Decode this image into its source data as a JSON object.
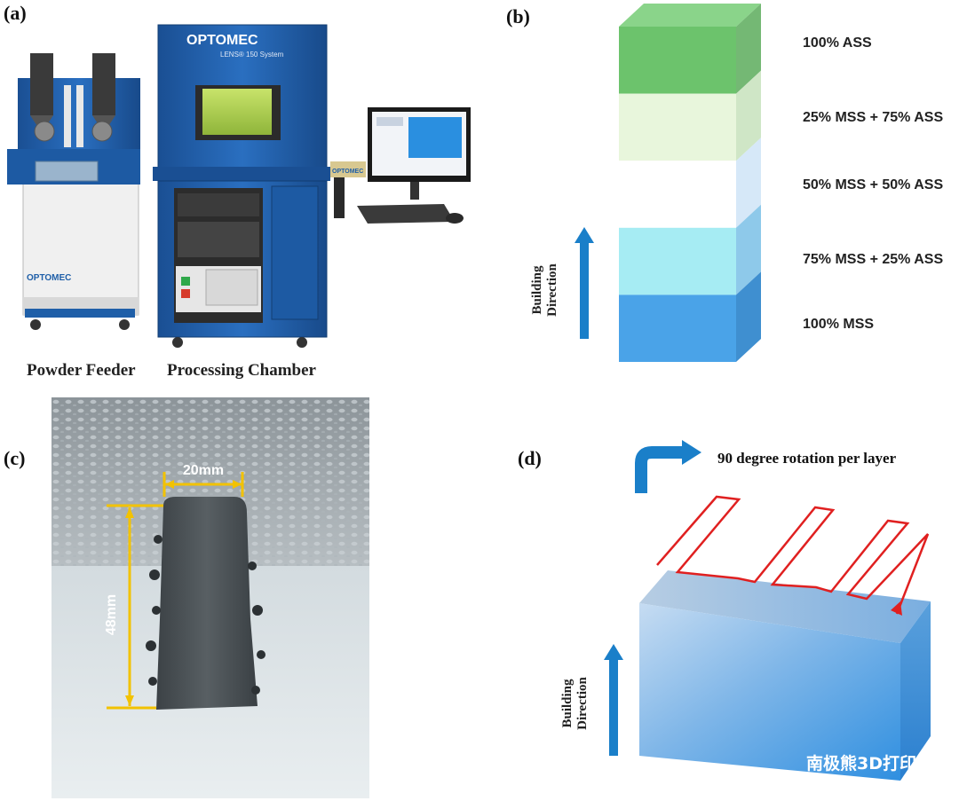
{
  "panels": {
    "a": {
      "label": "(a)",
      "captions": [
        "Powder Feeder",
        "Processing Chamber"
      ],
      "machine_text": {
        "brand": "OPTOMEC",
        "model": "LENS® 150 System",
        "side_brand": "OPTOMEC"
      }
    },
    "b": {
      "label": "(b)",
      "layers": [
        {
          "label": "100% ASS",
          "color": "#6cc36c"
        },
        {
          "label": "25% MSS + 75% ASS",
          "color": "#e8f6dc"
        },
        {
          "label": "50% MSS + 50% ASS",
          "color": "#ffffff"
        },
        {
          "label": "75% MSS + 25% ASS",
          "color": "#a6ecf3"
        },
        {
          "label": "100% MSS",
          "color": "#4aa3e8"
        }
      ],
      "direction_label": [
        "Building",
        "Direction"
      ]
    },
    "c": {
      "label": "(c)",
      "width_label": "20mm",
      "height_label": "48mm"
    },
    "d": {
      "label": "(d)",
      "rotation_label": "90 degree rotation per layer",
      "direction_label": [
        "Building",
        "Direction"
      ],
      "watermark": "南极熊3D打印"
    }
  },
  "colors": {
    "arrow_blue": "#1a7fc9",
    "scan_red": "#e02020",
    "dimension_yellow": "#f2c200",
    "machine_blue": "#1f5fa8"
  }
}
